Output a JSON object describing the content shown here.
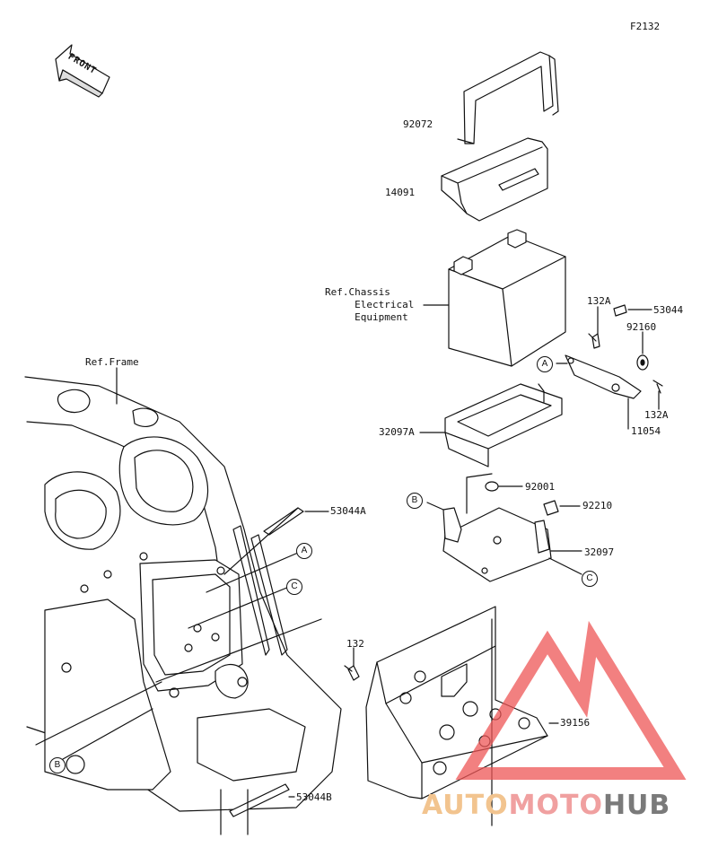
{
  "figure_code": "F2132",
  "front_label": "FRONT",
  "parts": {
    "p92072": "92072",
    "p14091": "14091",
    "p132A_top": "132A",
    "p53044": "53044",
    "p92160": "92160",
    "p11054": "11054",
    "p132A_bottom": "132A",
    "p32097A": "32097A",
    "p92001": "92001",
    "p92210": "92210",
    "p32097": "32097",
    "p53044A": "53044A",
    "p132": "132",
    "p39156": "39156",
    "p53044B": "53044B"
  },
  "refs": {
    "chassis_electrical": "Ref.Chassis\n     Electrical\n     Equipment",
    "frame": "Ref.Frame"
  },
  "callouts": {
    "a": "A",
    "b": "B",
    "c": "C"
  },
  "watermark": {
    "part1": "AUTO",
    "part2": "MOTO",
    "part3": "HUB"
  },
  "colors": {
    "line": "#111111",
    "watermark_red": "#ee5555",
    "watermark_orange": "#f2c48f",
    "watermark_gray": "#7a7a7a"
  }
}
